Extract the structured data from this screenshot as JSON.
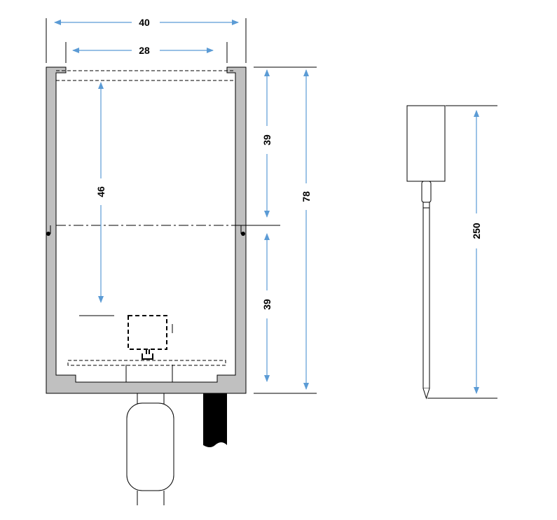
{
  "colors": {
    "dimension_arrow": "#5b9bd5",
    "housing_wall": "#c0c0c0",
    "outline": "#000000",
    "cable": "#000000"
  },
  "dimensions": {
    "outer_width": "40",
    "inner_width": "28",
    "upper_height": "39",
    "lower_height": "39",
    "total_height": "78",
    "inner_depth": "46",
    "probe_length": "250"
  }
}
